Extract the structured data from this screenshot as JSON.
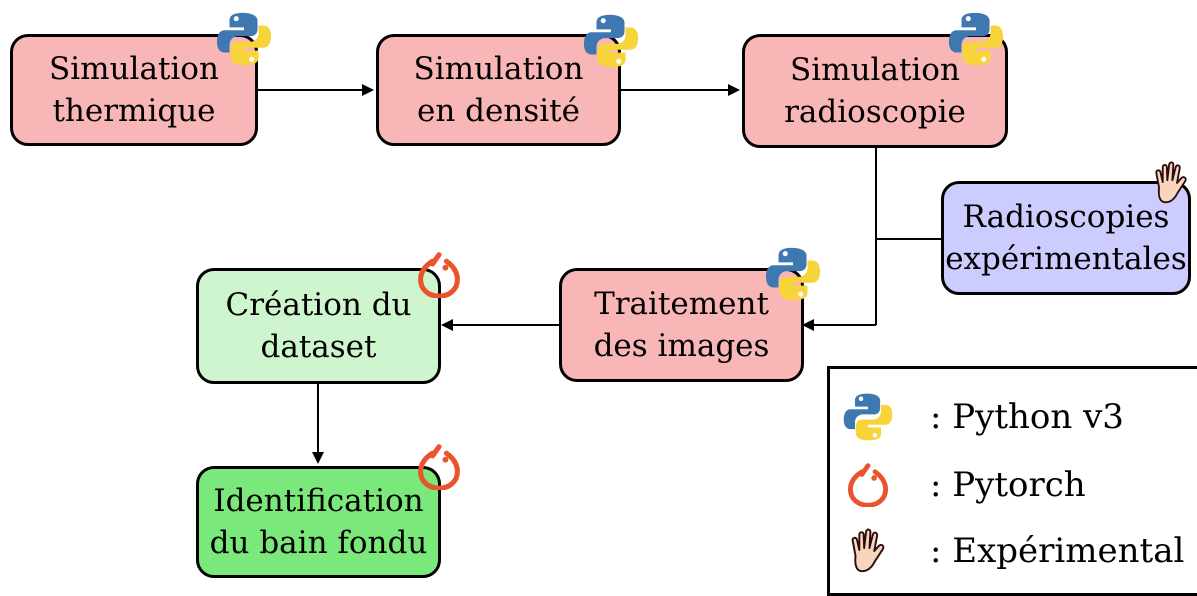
{
  "boxes": {
    "sim_thermique": [
      "Simulation",
      "thermique"
    ],
    "sim_densite": [
      "Simulation",
      "en densité"
    ],
    "sim_radio": [
      "Simulation",
      "radioscopie"
    ],
    "radio_exp": [
      "Radioscopies",
      "expérimentales"
    ],
    "traitement": [
      "Traitement",
      "des images"
    ],
    "creation": [
      "Création du",
      "dataset"
    ],
    "identification": [
      "Identification",
      "du bain fondu"
    ]
  },
  "legend": {
    "python": ": Python v3",
    "pytorch": ": Pytorch",
    "experimental": ": Expérimental"
  },
  "colors": {
    "simulation_box": "#f9b6b6",
    "experimental_box": "#ccccff",
    "dataset_box": "#cff5cf",
    "identification_box": "#7ae87a"
  },
  "icons": {
    "python": "python-icon",
    "pytorch": "pytorch-icon",
    "experimental": "hand-icon"
  }
}
